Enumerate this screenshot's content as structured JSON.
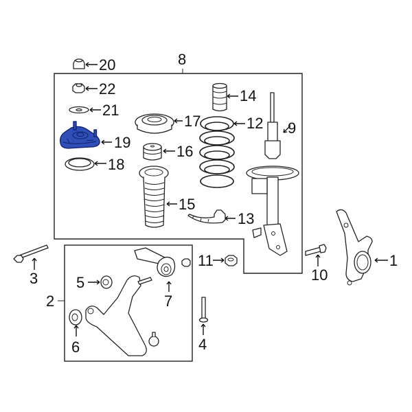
{
  "diagram": {
    "title": "Front suspension exploded parts diagram",
    "highlight_color": "#2f4fb6",
    "highlighted_part": "19",
    "groups": [
      {
        "id": "8",
        "label": "8",
        "description": "Strut assembly group box"
      },
      {
        "id": "2",
        "label": "2",
        "description": "Lower control arm group box"
      }
    ],
    "callouts": [
      {
        "id": "1",
        "label": "1",
        "part": "steering-knuckle"
      },
      {
        "id": "2",
        "label": "2",
        "part": "lower-control-arm-assembly"
      },
      {
        "id": "3",
        "label": "3",
        "part": "control-arm-bolt"
      },
      {
        "id": "4",
        "label": "4",
        "part": "bolt"
      },
      {
        "id": "5",
        "label": "5",
        "part": "bushing"
      },
      {
        "id": "6",
        "label": "6",
        "part": "bushing"
      },
      {
        "id": "7",
        "label": "7",
        "part": "rear-bushing"
      },
      {
        "id": "8",
        "label": "8",
        "part": "strut-assembly"
      },
      {
        "id": "9",
        "label": "9",
        "part": "strut"
      },
      {
        "id": "10",
        "label": "10",
        "part": "strut-bolt"
      },
      {
        "id": "11",
        "label": "11",
        "part": "nut"
      },
      {
        "id": "12",
        "label": "12",
        "part": "coil-spring"
      },
      {
        "id": "13",
        "label": "13",
        "part": "spring-insulator"
      },
      {
        "id": "14",
        "label": "14",
        "part": "bump-stop"
      },
      {
        "id": "15",
        "label": "15",
        "part": "dust-boot"
      },
      {
        "id": "16",
        "label": "16",
        "part": "bump-stop"
      },
      {
        "id": "17",
        "label": "17",
        "part": "spring-seat"
      },
      {
        "id": "18",
        "label": "18",
        "part": "bearing"
      },
      {
        "id": "19",
        "label": "19",
        "part": "strut-mount"
      },
      {
        "id": "20",
        "label": "20",
        "part": "cap"
      },
      {
        "id": "21",
        "label": "21",
        "part": "washer"
      },
      {
        "id": "22",
        "label": "22",
        "part": "nut"
      }
    ]
  }
}
